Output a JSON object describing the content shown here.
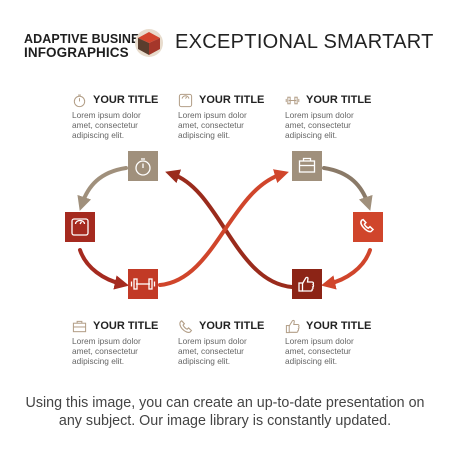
{
  "brand": {
    "line1": "ADAPTIVE BUSINESS",
    "line2": "INFOGRAPHICS"
  },
  "heading": "EXCEPTIONAL SMARTART",
  "colors": {
    "tan": "#a0907c",
    "brown": "#8a7a68",
    "dark_red": "#a52a1f",
    "red": "#c23a26",
    "orange_red": "#d0452b",
    "maroon": "#8c2416",
    "icon_line": "#b39f88"
  },
  "blocks": [
    {
      "id": "top-1",
      "icon": "stopwatch-icon",
      "title": "YOUR TITLE",
      "body": [
        "Lorem ipsum dolor",
        "amet, consectetur",
        "adipiscing elit."
      ]
    },
    {
      "id": "top-2",
      "icon": "scale-icon",
      "title": "YOUR TITLE",
      "body": [
        "Lorem ipsum dolor",
        "amet, consectetur",
        "adipiscing elit."
      ]
    },
    {
      "id": "top-3",
      "icon": "dumbbell-icon",
      "title": "YOUR TITLE",
      "body": [
        "Lorem ipsum dolor",
        "amet, consectetur",
        "adipiscing elit."
      ]
    },
    {
      "id": "bottom-1",
      "icon": "briefcase-icon",
      "title": "YOUR TITLE",
      "body": [
        "Lorem ipsum dolor",
        "amet, consectetur",
        "adipiscing elit."
      ]
    },
    {
      "id": "bottom-2",
      "icon": "phone-icon",
      "title": "YOUR TITLE",
      "body": [
        "Lorem ipsum dolor",
        "amet, consectetur",
        "adipiscing elit."
      ]
    },
    {
      "id": "bottom-3",
      "icon": "thumbs-up-icon",
      "title": "YOUR TITLE",
      "body": [
        "Lorem ipsum dolor",
        "amet, consectetur",
        "adipiscing elit."
      ]
    }
  ],
  "nodes": [
    {
      "icon": "stopwatch-icon",
      "color": "tan"
    },
    {
      "icon": "scale-icon",
      "color": "dark_red"
    },
    {
      "icon": "dumbbell-icon",
      "color": "red"
    },
    {
      "icon": "briefcase-icon",
      "color": "tan"
    },
    {
      "icon": "phone-icon",
      "color": "orange_red"
    },
    {
      "icon": "thumbs-up-icon",
      "color": "maroon"
    }
  ],
  "footer": "Using this image, you can create an up-to-date presentation on any subject. Our image library is constantly updated."
}
